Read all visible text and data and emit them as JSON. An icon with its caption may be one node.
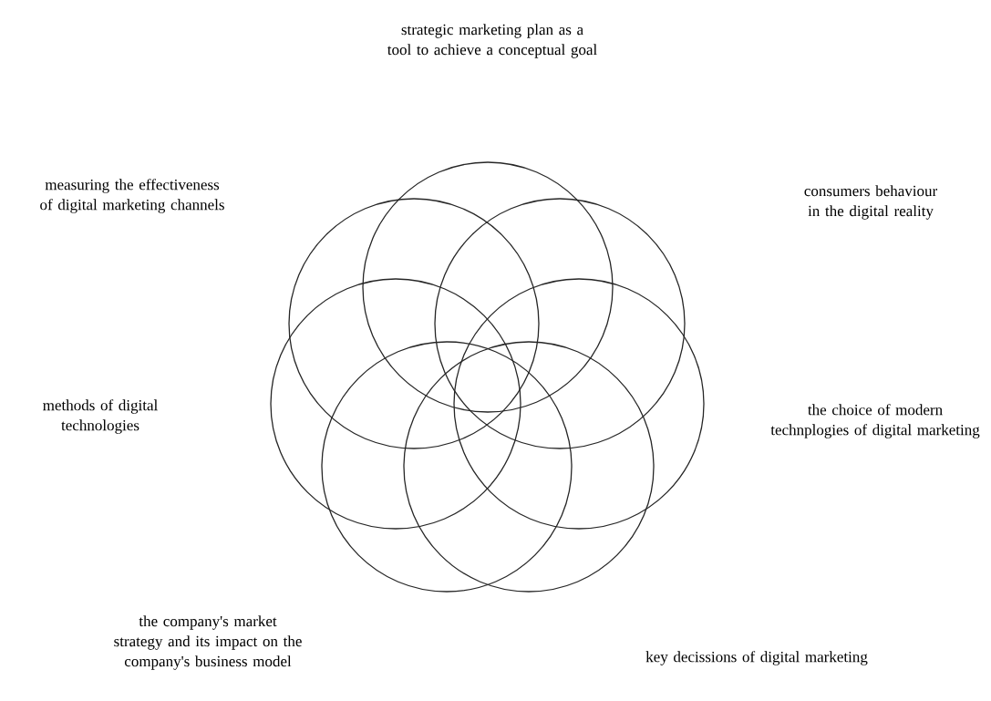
{
  "diagram": {
    "nodes": [
      {
        "text": [],
        "shape": "circle"
      },
      {
        "text": [],
        "shape": "circle"
      },
      {
        "text": [],
        "shape": "circle"
      },
      {
        "text": [],
        "shape": "circle"
      },
      {
        "text": [],
        "shape": "circle"
      },
      {
        "text": [],
        "shape": "circle"
      },
      {
        "text": [],
        "shape": "circle"
      }
    ],
    "labels": [
      "strategic marketing plan as a tool to achieve a conceptual goal",
      "measuring the effectiveness of digital marketing channels",
      "consumers behaviour in the digital reality",
      "methods of digital technologies",
      "the choice of modern technplogies of digital marketing",
      "the company's market strategy and its impact on the company's business model",
      "key decissions of digital marketing"
    ]
  }
}
